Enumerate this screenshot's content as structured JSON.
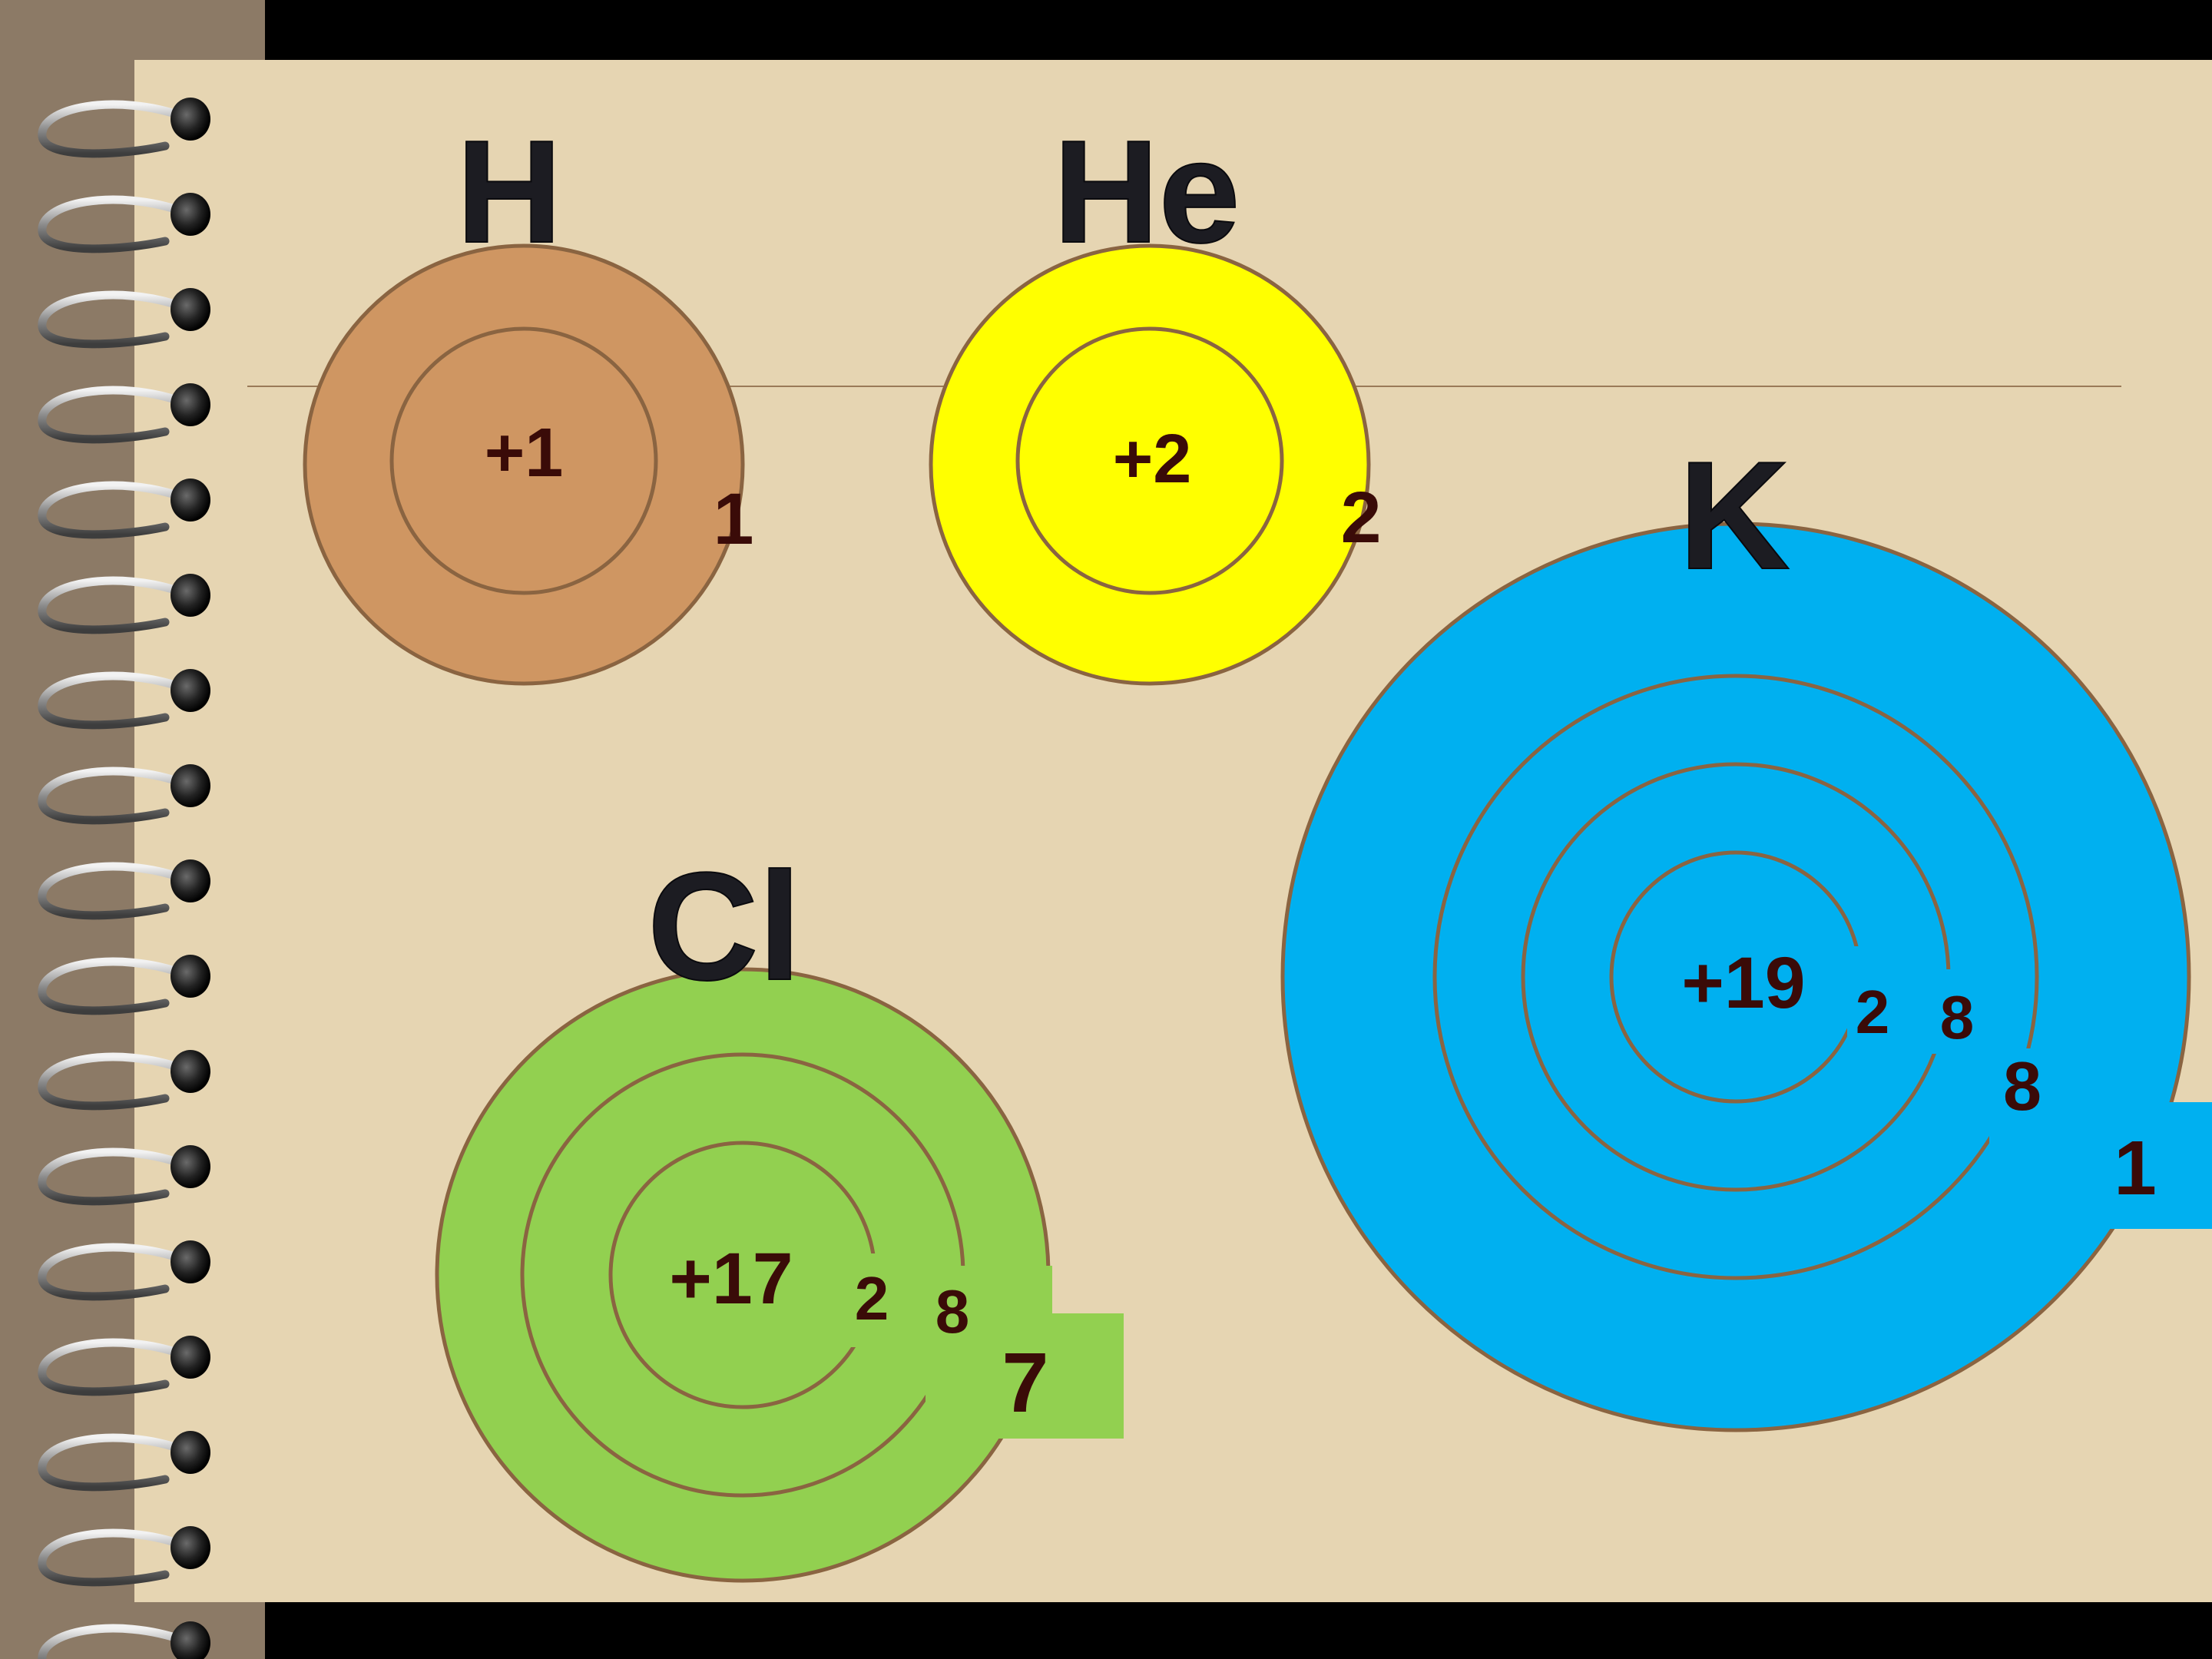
{
  "colors": {
    "page": "#e6d5b2",
    "spine": "#8c7a66",
    "background": "#000000",
    "ring_stroke": "#8a6441",
    "label_text": "#3a0b08",
    "symbol_text": "#1c1c22"
  },
  "atoms": [
    {
      "symbol": "H",
      "nucleus_charge": "+1",
      "shell_electrons": [
        "1"
      ],
      "color": "#cf9662"
    },
    {
      "symbol": "He",
      "nucleus_charge": "+2",
      "shell_electrons": [
        "2"
      ],
      "color": "#ffff00"
    },
    {
      "symbol": "Cl",
      "nucleus_charge": "+17",
      "shell_electrons": [
        "2",
        "8",
        "7"
      ],
      "color": "#92d050"
    },
    {
      "symbol": "K",
      "nucleus_charge": "+19",
      "shell_electrons": [
        "2",
        "8",
        "8",
        "1"
      ],
      "color": "#00b0f0"
    }
  ]
}
